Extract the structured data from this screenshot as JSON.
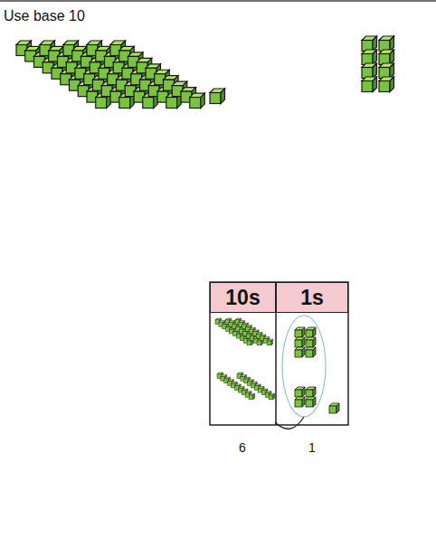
{
  "diagram": {
    "nodes": [
      {
        "text": [
          "10s"
        ]
      },
      {
        "text": [
          "1s"
        ]
      }
    ],
    "labels": [
      "Use base 10",
      "6",
      "1"
    ]
  }
}
